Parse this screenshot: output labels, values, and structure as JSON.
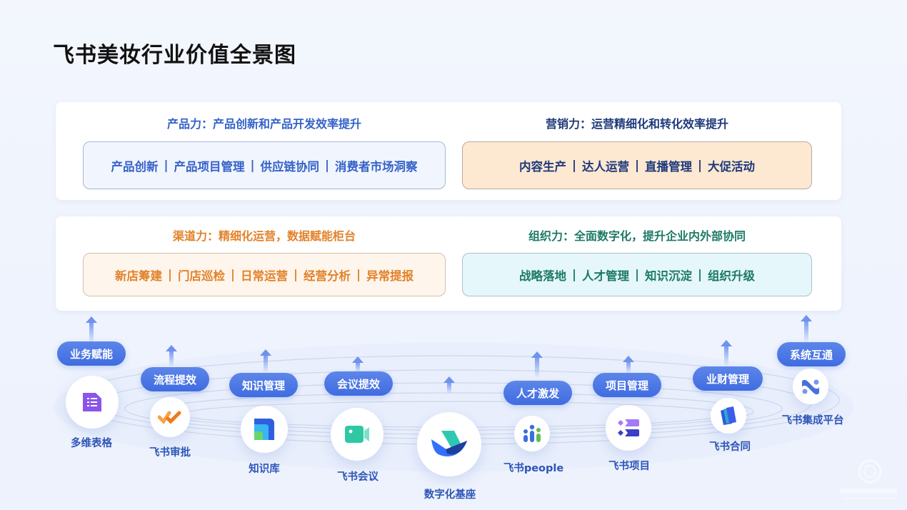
{
  "page": {
    "title": "飞书美妆行业价值全景图"
  },
  "panels": [
    {
      "id": "top",
      "left": {
        "heading": "产品力：产品创新和产品开发效率提升",
        "items": [
          "产品创新",
          "产品项目管理",
          "供应链协同",
          "消费者市场洞察"
        ],
        "heading_color": "#3562c8",
        "box_bg": "#f1f5fe"
      },
      "right": {
        "heading": "营销力：运营精细化和转化效率提升",
        "items": [
          "内容生产",
          "达人运营",
          "直播管理",
          "大促活动"
        ],
        "heading_color": "#1e3a7a",
        "box_bg": "#fde8d2"
      }
    },
    {
      "id": "middle",
      "left": {
        "heading": "渠道力：精细化运营，数据赋能柜台",
        "items": [
          "新店筹建",
          "门店巡检",
          "日常运营",
          "经营分析",
          "异常提报"
        ],
        "heading_color": "#e2822a",
        "box_bg": "#fef5ec"
      },
      "right": {
        "heading": "组织力：全面数字化，提升企业内外部协同",
        "items": [
          "战略落地",
          "人才管理",
          "知识沉淀",
          "组织升级"
        ],
        "heading_color": "#1d7a66",
        "box_bg": "#e5f7fa"
      }
    }
  ],
  "separator": "|",
  "platform": {
    "nodes": [
      {
        "pill": "业务赋能",
        "label": "多维表格",
        "icon": "table-icon",
        "color": "#8b55e8"
      },
      {
        "pill": "流程提效",
        "label": "飞书审批",
        "icon": "approval-icon",
        "color": "#f08a24"
      },
      {
        "pill": "知识管理",
        "label": "知识库",
        "icon": "wiki-icon",
        "color": "#2f5fe0"
      },
      {
        "pill": "会议提效",
        "label": "飞书会议",
        "icon": "video-meeting-icon",
        "color": "#2ec9a4"
      },
      {
        "pill": "",
        "label": "数字化基座",
        "icon": "feishu-logo-icon",
        "color": "#3370ff"
      },
      {
        "pill": "人才激发",
        "label": "飞书people",
        "icon": "people-icon",
        "color": "#3a6fe0"
      },
      {
        "pill": "项目管理",
        "label": "飞书项目",
        "icon": "project-icon",
        "color": "#8a5cf0"
      },
      {
        "pill": "业财管理",
        "label": "飞书合同",
        "icon": "contract-icon",
        "color": "#2b5cd6"
      },
      {
        "pill": "系统互通",
        "label": "飞书集成平台",
        "icon": "integration-icon",
        "color": "#4a70de"
      }
    ]
  }
}
